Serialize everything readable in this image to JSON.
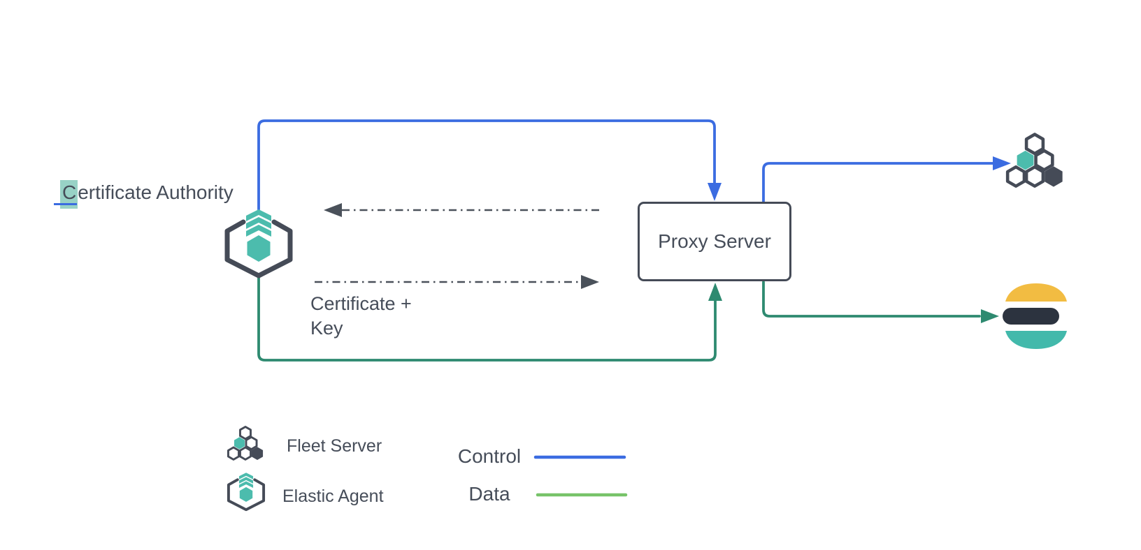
{
  "diagram": {
    "nodes": {
      "certificate_authority": {
        "label": "Certificate Authority",
        "highlighted_prefix": "C",
        "remainder": "ertificate Authority"
      },
      "elastic_agent": {
        "icon": "elastic-agent-icon"
      },
      "proxy_server": {
        "label": "Proxy Server"
      },
      "fleet_server": {
        "icon": "fleet-server-icon"
      },
      "elasticsearch": {
        "icon": "elasticsearch-logo"
      }
    },
    "edge_labels": {
      "certificate_key": "Certificate +\nKey"
    },
    "edges": [
      {
        "type": "control",
        "from": "elastic-agent",
        "to": "proxy-server"
      },
      {
        "type": "control",
        "from": "proxy-server",
        "to": "fleet-server"
      },
      {
        "type": "data",
        "from": "elastic-agent",
        "to": "proxy-server"
      },
      {
        "type": "data",
        "from": "proxy-server",
        "to": "elasticsearch"
      },
      {
        "type": "dashed-request",
        "from": "proxy-server",
        "to": "elastic-agent"
      },
      {
        "type": "dashed-request",
        "from": "elastic-agent",
        "to": "proxy-server",
        "label": "Certificate +\nKey"
      }
    ]
  },
  "legend": {
    "items": [
      {
        "icon": "fleet-server-icon",
        "label": "Fleet Server"
      },
      {
        "icon": "elastic-agent-icon",
        "label": "Elastic Agent"
      }
    ],
    "lines": [
      {
        "label": "Control",
        "color": "#3b6ce1"
      },
      {
        "label": "Data",
        "color": "#77c369"
      }
    ]
  },
  "colors": {
    "control": "#3b6ce1",
    "data": "#2e8a70",
    "data-light": "#77c369",
    "teal": "#4cbcad",
    "slate": "#454b57",
    "dash": "#4a515a",
    "text": "#464d59",
    "logo-yellow": "#f2bc42",
    "logo-dark": "#2c333f",
    "logo-teal": "#42b9ab",
    "highlight": "#98d2c6"
  }
}
